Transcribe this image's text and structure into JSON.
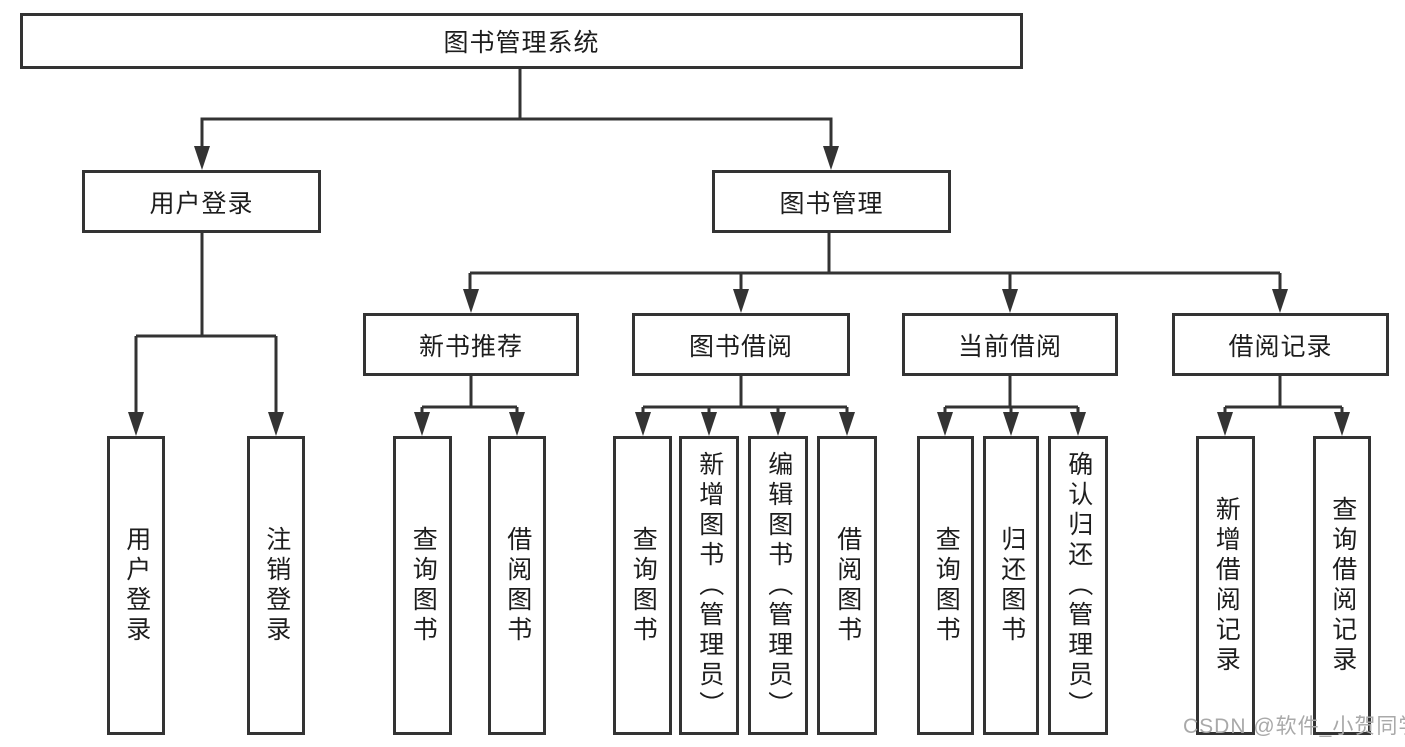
{
  "colors": {
    "background": "#ffffff",
    "line": "#333333",
    "box_border": "#333333",
    "text": "#1d1d1d",
    "watermark": "#a9a9a9"
  },
  "tree": {
    "root": {
      "label": "图书管理系统"
    },
    "branches": [
      {
        "label": "用户登录",
        "children": [
          {
            "label": "用户登录"
          },
          {
            "label": "注销登录"
          }
        ]
      },
      {
        "label": "图书管理",
        "children": [
          {
            "label": "新书推荐",
            "children": [
              {
                "label": "查询图书"
              },
              {
                "label": "借阅图书"
              }
            ]
          },
          {
            "label": "图书借阅",
            "children": [
              {
                "label": "查询图书"
              },
              {
                "label": "新增图书（管理员）"
              },
              {
                "label": "编辑图书（管理员）"
              },
              {
                "label": "借阅图书"
              }
            ]
          },
          {
            "label": "当前借阅",
            "children": [
              {
                "label": "查询图书"
              },
              {
                "label": "归还图书"
              },
              {
                "label": "确认归还（管理员）"
              }
            ]
          },
          {
            "label": "借阅记录",
            "children": [
              {
                "label": "新增借阅记录"
              },
              {
                "label": "查询借阅记录"
              }
            ]
          }
        ]
      }
    ]
  },
  "watermark": {
    "text": "CSDN @软件_小贺同学"
  }
}
